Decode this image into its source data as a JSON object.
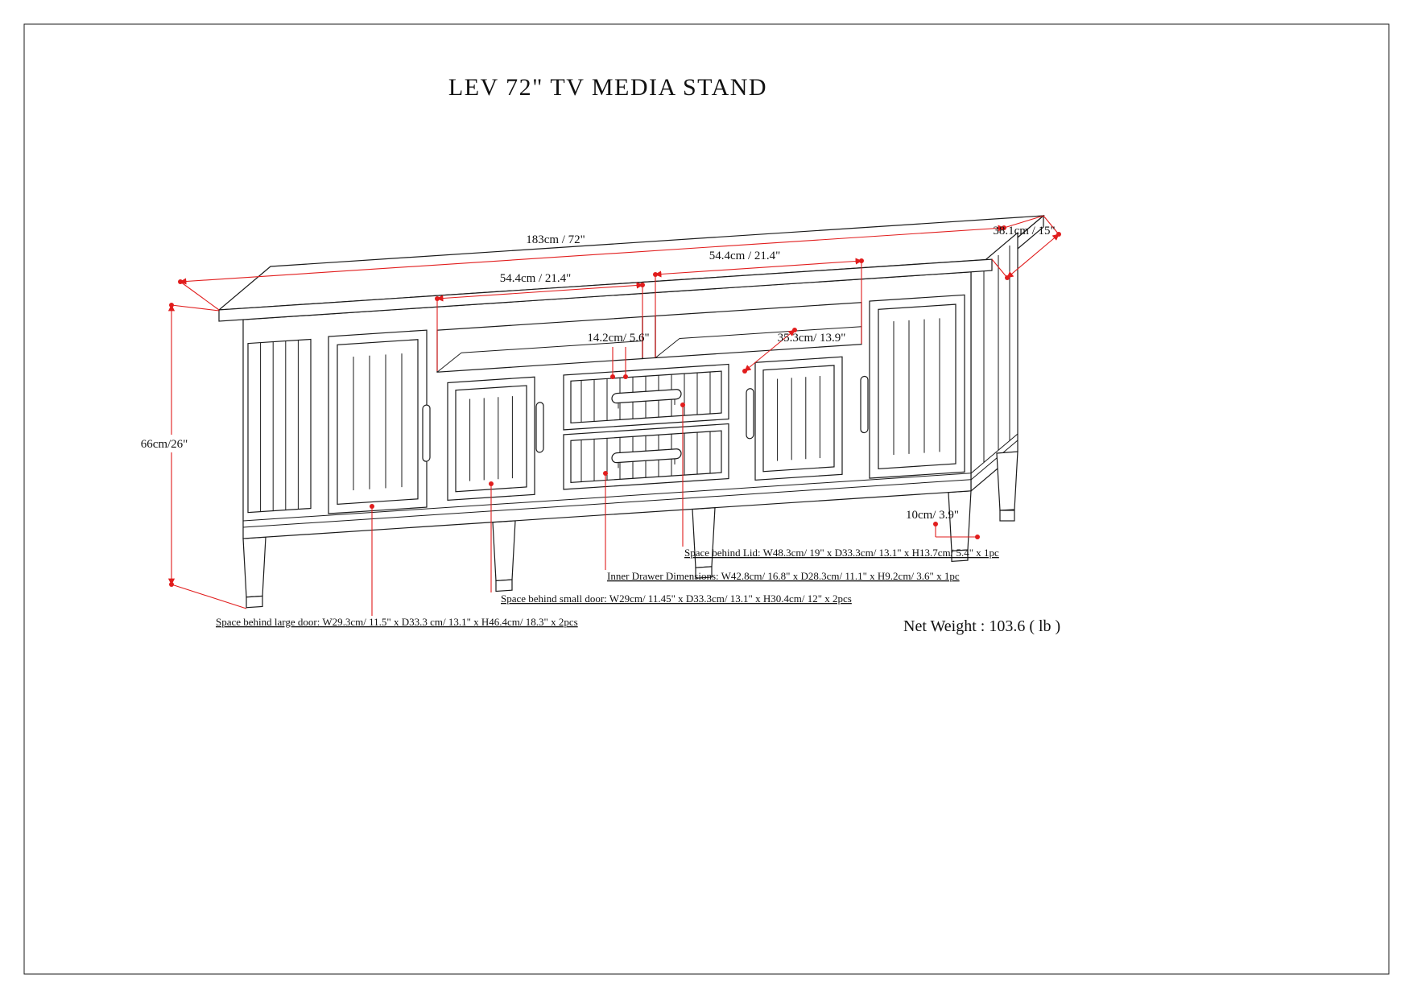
{
  "page": {
    "title": "LEV 72\" TV MEDIA STAND",
    "net_weight": "Net Weight : 103.6 ( lb )"
  },
  "dimensions": {
    "overall_width": "183cm / 72\"",
    "overall_depth": "38.1cm / 15\"",
    "opening_left_width": "54.4cm / 21.4\"",
    "opening_right_width": "54.4cm / 21.4\"",
    "center_divider": "14.2cm/ 5.6\"",
    "shelf_depth": "35.3cm/ 13.9\"",
    "overall_height": "66cm/26\"",
    "leg_height": "10cm/ 3.9\""
  },
  "notes": {
    "lid": "Space behind Lid: W48.3cm/ 19\" x D33.3cm/ 13.1\" x H13.7cm/ 5.4\" x 1pc",
    "inner_drawer": "Inner Drawer Dimensions: W42.8cm/ 16.8\" x D28.3cm/ 11.1\" x H9.2cm/ 3.6\" x 1pc",
    "small_door": "Space behind small door: W29cm/ 11.45\" x D33.3cm/ 13.1\" x H30.4cm/ 12\" x 2pcs",
    "large_door": "Space behind large door: W29.3cm/ 11.5\" x D33.3 cm/ 13.1\" x H46.4cm/ 18.3\" x 2pcs"
  },
  "colors": {
    "red": "#e11d1d",
    "ink": "#1a1a1a",
    "paper": "#ffffff"
  }
}
